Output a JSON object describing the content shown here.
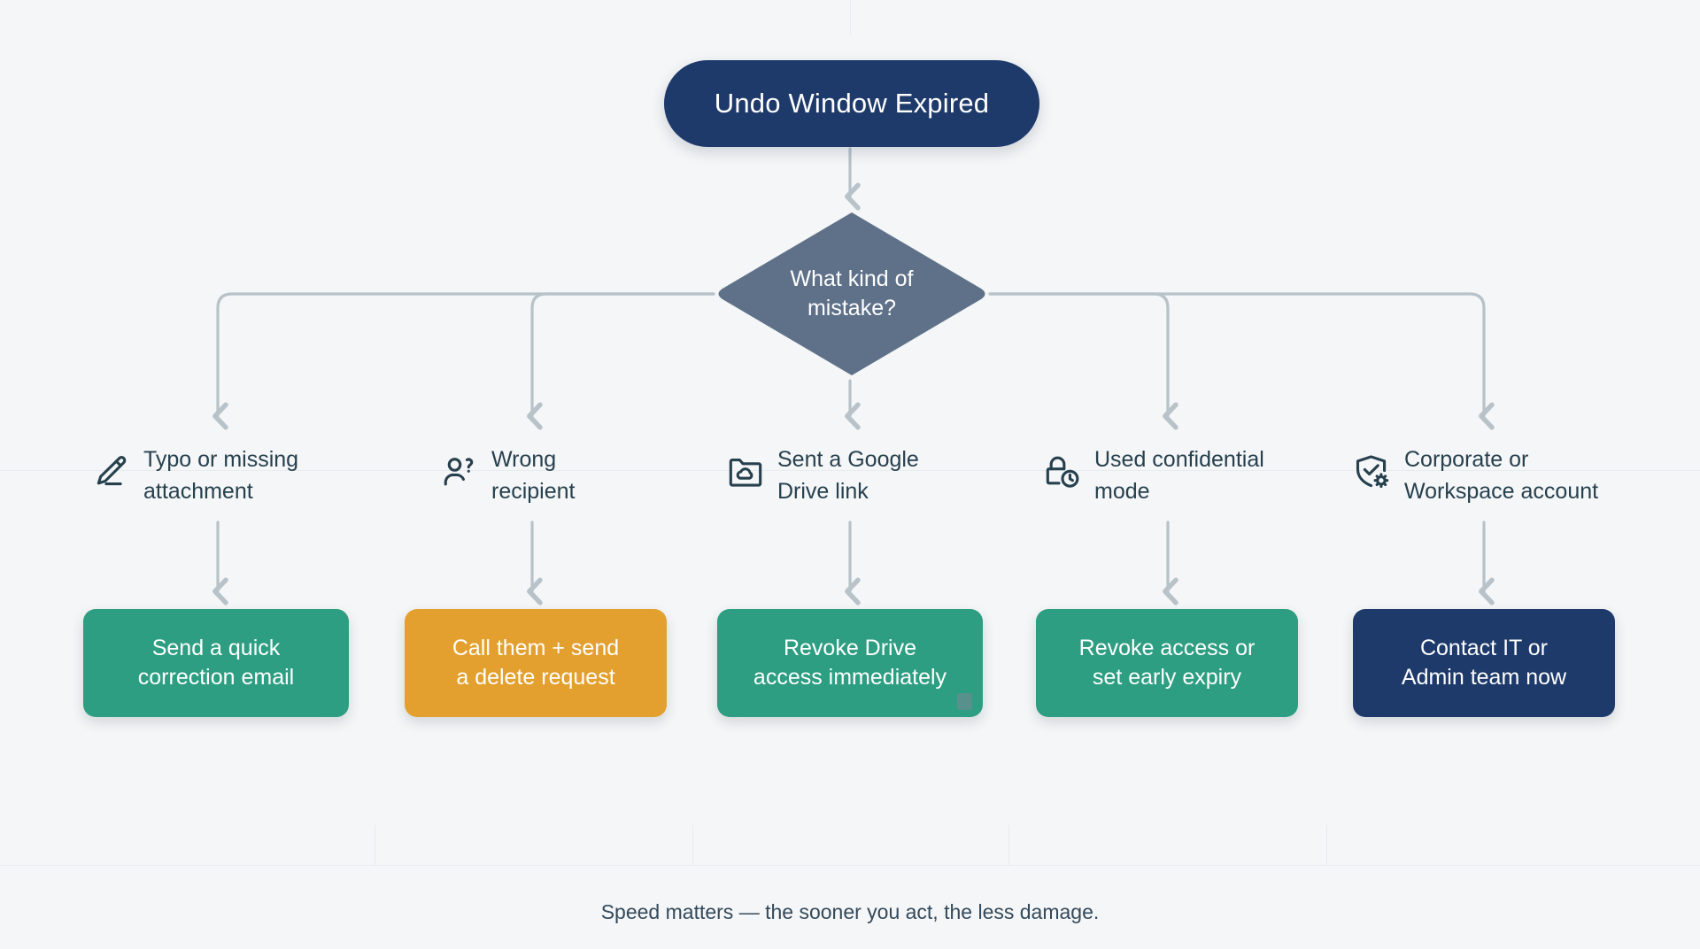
{
  "colors": {
    "canvas": "#f4f6f7",
    "navy": "#1e3a6b",
    "slate": "#5e7189",
    "teal": "#2d9e82",
    "amber": "#e3a02e",
    "connector": "#b8c2c9",
    "text_dark": "#27404e",
    "grid": "#e8ecee"
  },
  "root": {
    "label": "Undo Window Expired"
  },
  "decision": {
    "label": "What kind of\nmistake?",
    "line1": "What kind of",
    "line2": "mistake?"
  },
  "branches": [
    {
      "icon": "pencil-icon",
      "category": "Typo or missing\nattachment",
      "action": "Send a quick\ncorrection email",
      "action_color": "#2d9e82"
    },
    {
      "icon": "person-question-icon",
      "category": "Wrong\nrecipient",
      "action": "Call them + send\na delete request",
      "action_color": "#e3a02e"
    },
    {
      "icon": "folder-cloud-icon",
      "category": "Sent a Google\nDrive link",
      "action": "Revoke Drive\naccess immediately",
      "action_color": "#2d9e82"
    },
    {
      "icon": "lock-clock-icon",
      "category": "Used confidential\nmode",
      "action": "Revoke access or\nset early expiry",
      "action_color": "#2d9e82"
    },
    {
      "icon": "shield-check-gear-icon",
      "category": "Corporate or\nWorkspace account",
      "action": "Contact IT or\nAdmin team now",
      "action_color": "#1e3a6b"
    }
  ],
  "footer": {
    "caption": "Speed matters — the sooner you act, the less damage."
  }
}
